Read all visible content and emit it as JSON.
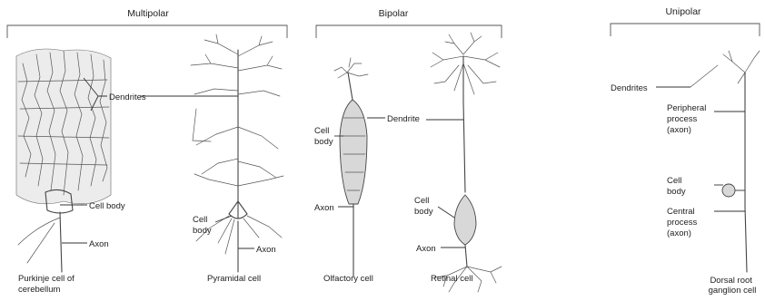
{
  "groups": {
    "multipolar": "Multipolar",
    "bipolar": "Bipolar",
    "unipolar": "Unipolar"
  },
  "labels": {
    "dendrites_multi": "Dendrites",
    "cell_body_purkinje": "Cell body",
    "axon_purkinje": "Axon",
    "cell_body_pyramidal": [
      "Cell",
      "body"
    ],
    "axon_pyramidal": "Axon",
    "dendrite_olfactory": "Dendrite",
    "cell_body_olfactory": [
      "Cell",
      "body"
    ],
    "axon_olfactory": "Axon",
    "cell_body_retinal": [
      "Cell",
      "body"
    ],
    "axon_retinal": "Axon",
    "dendrites_unipolar": "Dendrites",
    "peripheral_process": [
      "Peripheral",
      "process",
      "(axon)"
    ],
    "cell_body_drg": [
      "Cell",
      "body"
    ],
    "central_process": [
      "Central",
      "process",
      "(axon)"
    ]
  },
  "captions": {
    "purkinje": [
      "Purkinje cell of",
      "cerebellum"
    ],
    "pyramidal": "Pyramidal cell",
    "olfactory": "Olfactory cell",
    "retinal": "Retinal cell",
    "drg": [
      "Dorsal root",
      "ganglion cell"
    ]
  }
}
